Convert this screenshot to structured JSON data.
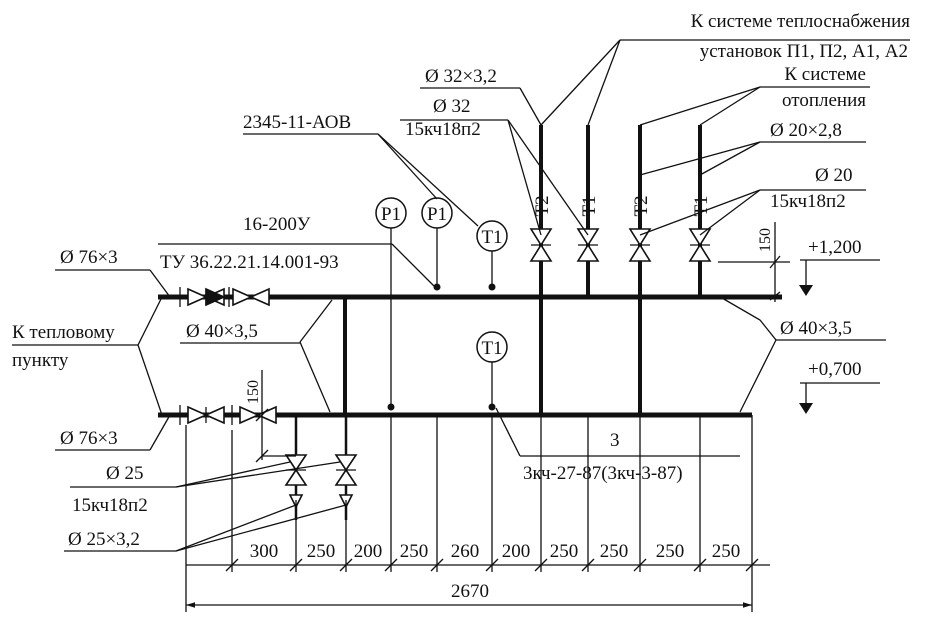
{
  "labels": {
    "heat_supply_1": "К системе теплоснабжения",
    "heat_supply_2": "установок П1, П2, А1, А2",
    "heating_1": "К системе",
    "heating_2": "отопления",
    "pipe_32x3_2": "Ø 32×3,2",
    "pipe_32": "Ø 32",
    "valve_15kch18p2_a": "15кч18п2",
    "aov": "2345-11-АОВ",
    "pipe_20x2_8": "Ø 20×2,8",
    "pipe_20": "Ø 20",
    "valve_15kch18p2_b": "15кч18п2",
    "filter_16_200u": "16-200У",
    "tu": "ТУ 36.22.21.14.001-93",
    "pipe_76x3_top": "Ø 76×3",
    "pipe_76x3_bottom": "Ø 76×3",
    "to_heat_point_1": "К тепловому",
    "to_heat_point_2": "пункту",
    "pipe_40x3_5_left": "Ø 40×3,5",
    "pipe_40x3_5_right": "Ø 40×3,5",
    "elev_top": "+1,200",
    "elev_bottom": "+0,700",
    "dim_150_right": "150",
    "dim_150_left": "150",
    "pipe_25": "Ø 25",
    "valve_15kch18p2_c": "15кч18п2",
    "pipe_25x3_2": "Ø 25×3,2",
    "item_3": "3",
    "valve_3kch": "3кч-27-87(3кч-3-87)"
  },
  "riser_tags": [
    "Т2",
    "Т1",
    "Т2",
    "Т1"
  ],
  "instruments": {
    "p1_a": "Р1",
    "p1_b": "Р1",
    "t1_top": "Т1",
    "t1_bottom": "Т1"
  },
  "dimensions": {
    "segments": [
      "300",
      "250",
      "200",
      "250",
      "260",
      "200",
      "250",
      "250",
      "250",
      "250"
    ],
    "total": "2670"
  }
}
